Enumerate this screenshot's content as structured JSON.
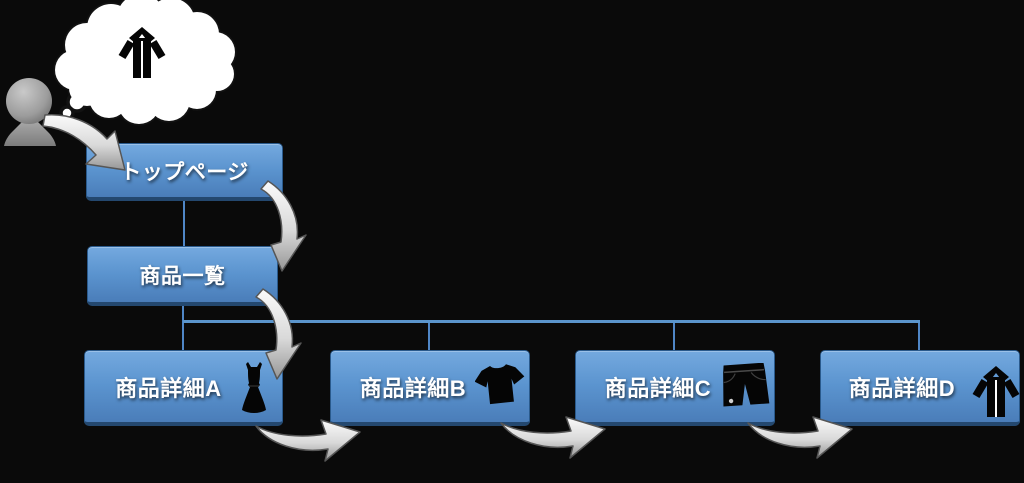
{
  "canvas": {
    "background": "#0a0a0a"
  },
  "actor": {
    "icon": "person-icon"
  },
  "bubble": {
    "icon": "hoodie-icon"
  },
  "nodes": {
    "top_page": {
      "label": "トップページ"
    },
    "product_list": {
      "label": "商品一覧"
    },
    "detail_a": {
      "label": "商品詳細A",
      "icon": "dress-icon"
    },
    "detail_b": {
      "label": "商品詳細B",
      "icon": "tshirt-icon"
    },
    "detail_c": {
      "label": "商品詳細C",
      "icon": "shorts-icon"
    },
    "detail_d": {
      "label": "商品詳細D",
      "icon": "hoodie-icon"
    }
  },
  "colors": {
    "background": "#0a0a0a",
    "box_gradient_top": "#74a9df",
    "box_gradient_bottom": "#4a7db9",
    "box_border": "#24486f",
    "connector_blue": "#5b95cc",
    "arrow_gray_light": "#fafafa",
    "arrow_gray_dark": "#9e9e9e",
    "label_text": "#ffffff",
    "icon_black": "#050505",
    "bubble_white": "#ffffff",
    "person_gray": "#9a9a9a"
  }
}
